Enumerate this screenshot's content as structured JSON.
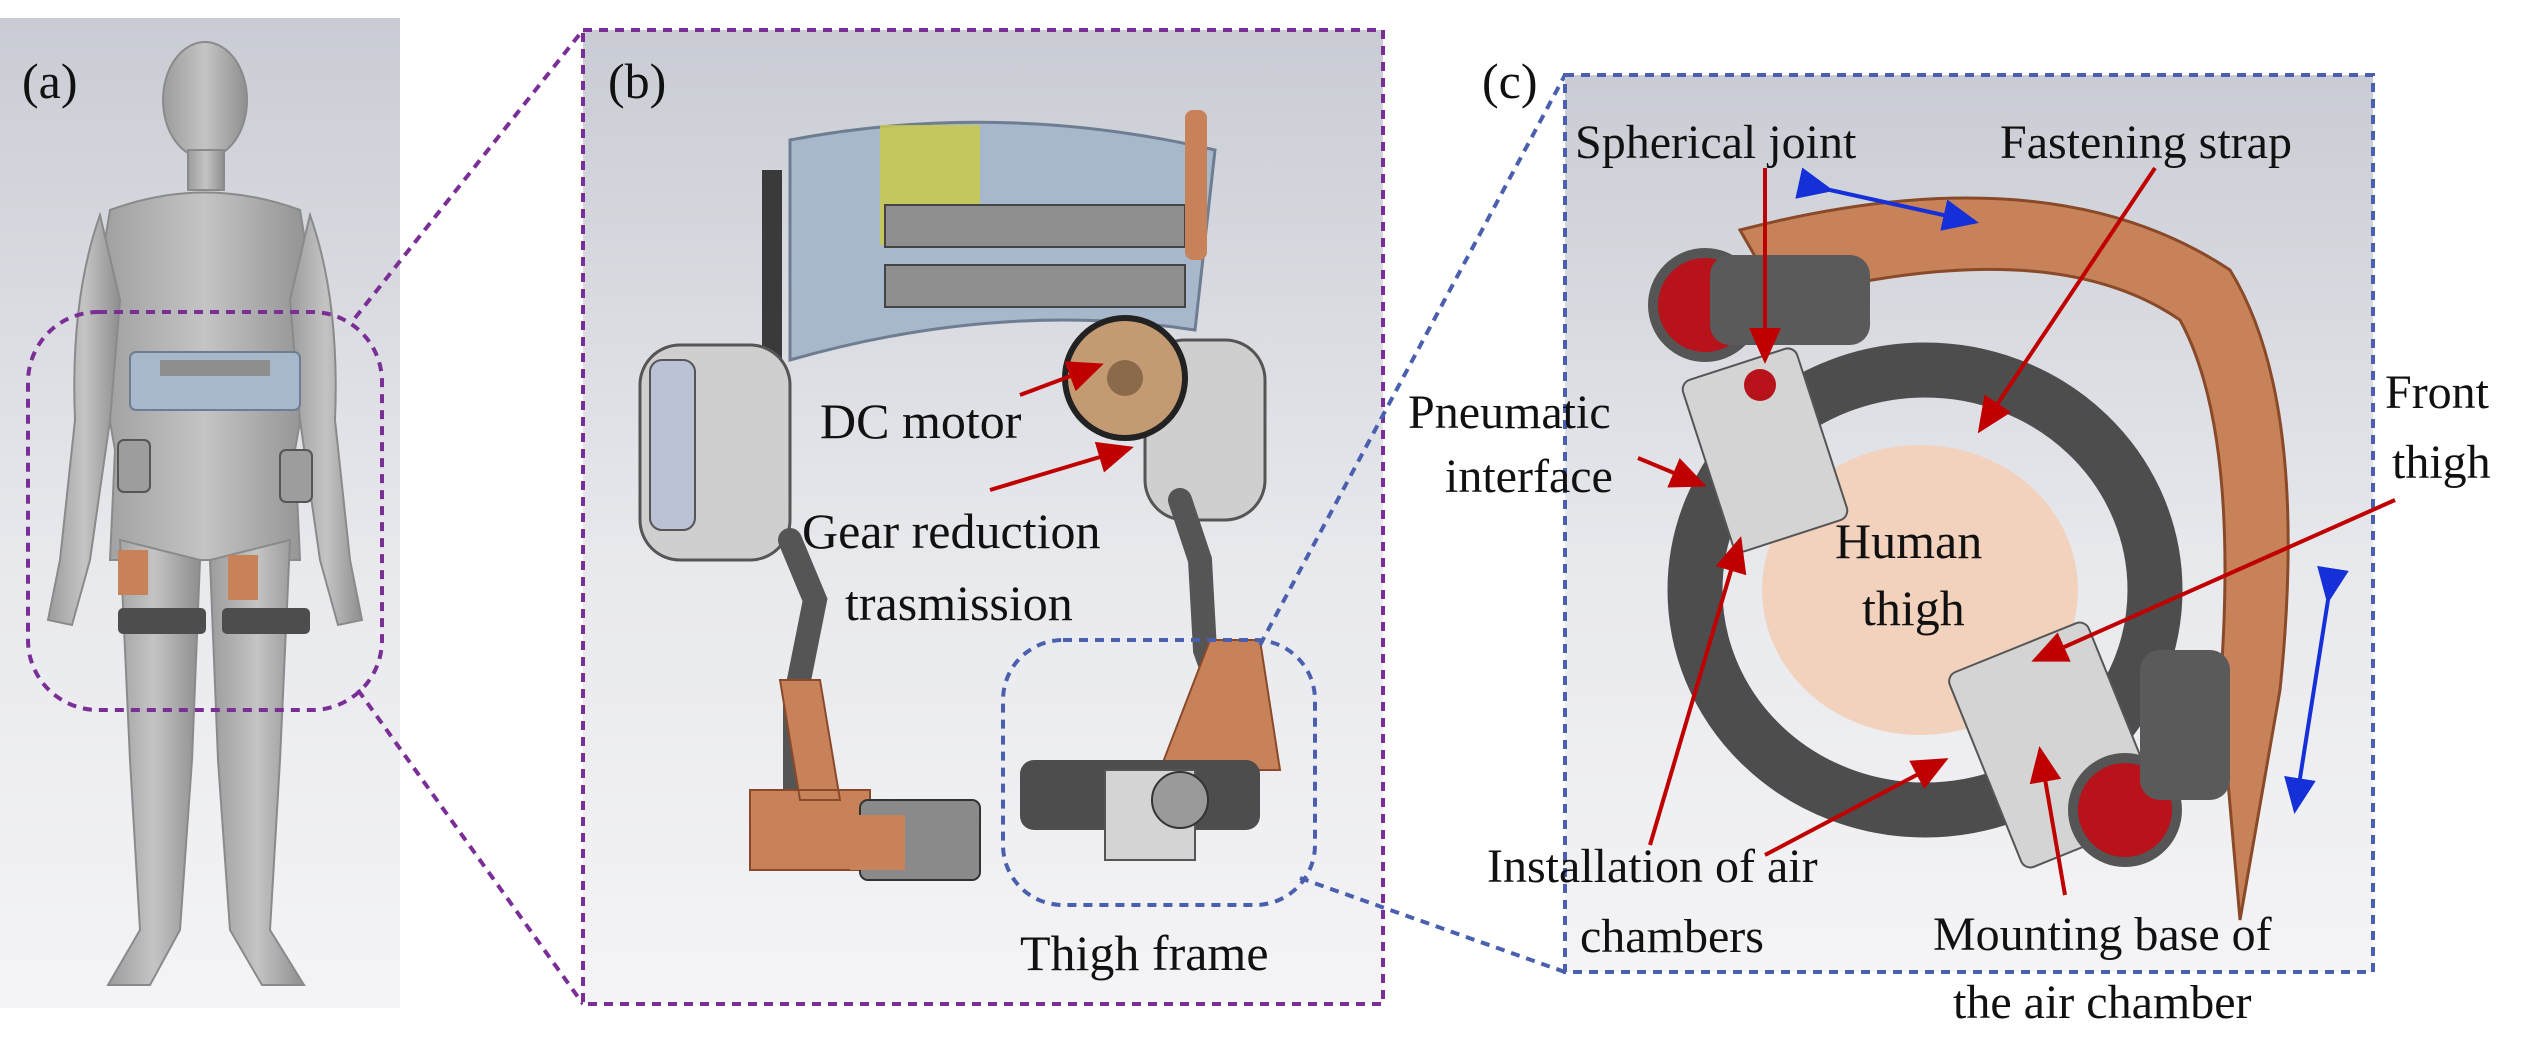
{
  "panels": {
    "a": {
      "tag": "(a)"
    },
    "b": {
      "tag": "(b)"
    },
    "c": {
      "tag": "(c)"
    }
  },
  "labels_b": {
    "dc_motor": "DC motor",
    "gear_1": "Gear reduction",
    "gear_2": "trasmission",
    "thigh_frame": "Thigh frame"
  },
  "labels_c": {
    "spherical_joint": "Spherical joint",
    "fastening_strap": "Fastening strap",
    "pneumatic_1": "Pneumatic",
    "pneumatic_2": "interface",
    "front_thigh_1": "Front",
    "front_thigh_2": "thigh",
    "human_thigh_1": "Human",
    "human_thigh_2": "thigh",
    "install_1": "Installation of air",
    "install_2": "chambers",
    "mount_1": "Mounting base of",
    "mount_2": "the air chamber"
  },
  "colors": {
    "purple_dash": "#7a2e96",
    "blue_dash": "#4a5fae",
    "red_arrow": "#c00000",
    "blue_arrow": "#1530d8",
    "copper": "#c8825a",
    "dark_gray": "#4d4d4d",
    "light_gray": "#d4d4d4",
    "skin": "#f2d2bd",
    "motor_red": "#b8121a",
    "belt_blue": "#a8b8cc"
  }
}
